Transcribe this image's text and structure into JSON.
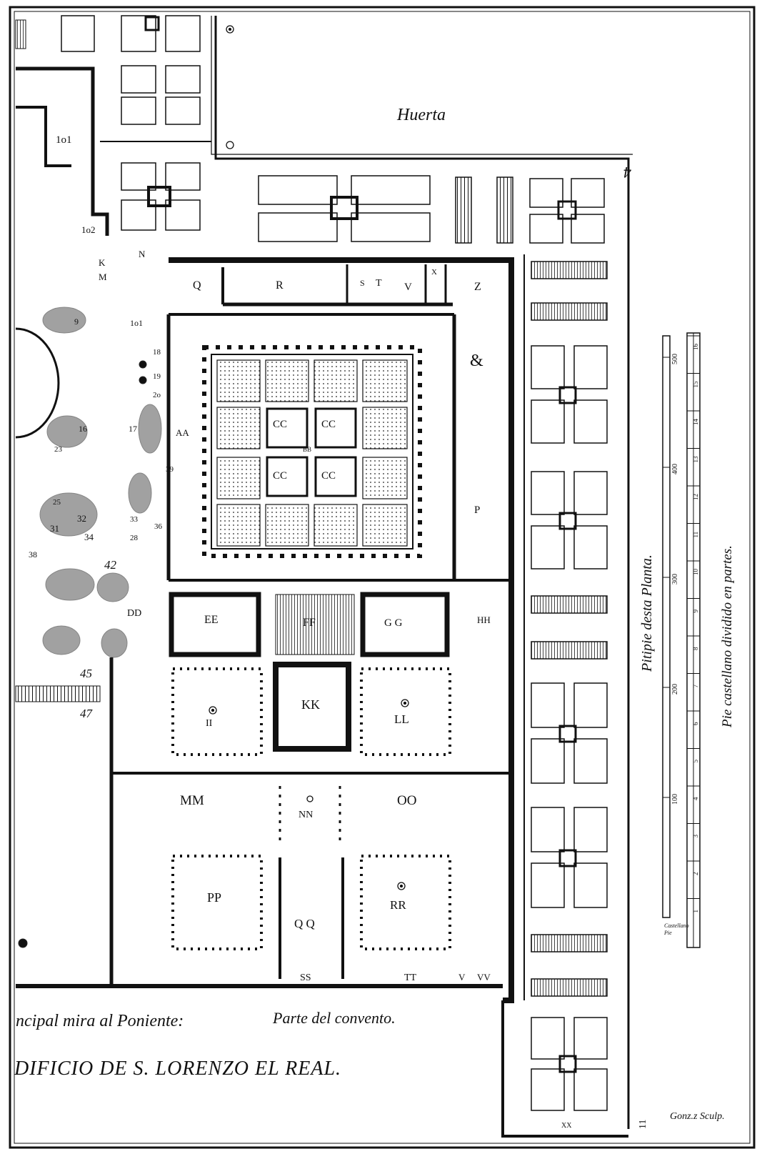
{
  "labels": {
    "huerta": "Huerta",
    "n101a": "1o1",
    "n102": "1o2",
    "n101b": "1o1",
    "N": "N",
    "K": "K",
    "M": "M",
    "Q": "Q",
    "R": "R",
    "S": "S",
    "T": "T",
    "V": "V",
    "X": "X",
    "Z": "Z",
    "amp": "&",
    "AA": "AA",
    "CC": "CC",
    "BB": "BB",
    "P": "P",
    "DD": "DD",
    "EE": "EE",
    "FF": "FF",
    "GG": "G G",
    "HH": "HH",
    "II": "II",
    "KK": "KK",
    "LL": "LL",
    "MM": "MM",
    "NN": "NN",
    "OO": "OO",
    "PP": "PP",
    "QQ": "Q Q",
    "RR": "RR",
    "SS": "SS",
    "TT": "TT",
    "VV": "VV",
    "V2": "V",
    "XX": "XX",
    "n4": "4",
    "n11": "11",
    "n9": "9",
    "n16": "16",
    "n17": "17",
    "n18": "18",
    "n19": "19",
    "n20": "2o",
    "n23": "23",
    "n25": "25",
    "n28": "28",
    "n31": "31",
    "n32": "32",
    "n33": "33",
    "n34": "34",
    "n36": "36",
    "n38": "38",
    "n39": "39",
    "n42": "42",
    "n45": "45",
    "n47": "47"
  },
  "captions": {
    "left": "ncipal mira al Poniente:",
    "center": "Parte del convento.",
    "title": "DIFICIO DE S. LORENZO EL REAL.",
    "signature": "Gonz.z Sculp.",
    "scale_feet": "Pitipie desta Planta.",
    "scale_castile": "Pie castellano dividido en partes."
  },
  "scale": {
    "feet_ticks": [
      "100",
      "200",
      "300",
      "400",
      "500"
    ],
    "parts_ticks": [
      "1",
      "2",
      "3",
      "4",
      "5",
      "6",
      "7",
      "8",
      "9",
      "10",
      "11",
      "12",
      "13",
      "14",
      "15",
      "16"
    ],
    "bottom_a": "Castellano",
    "bottom_b": "Pie"
  }
}
